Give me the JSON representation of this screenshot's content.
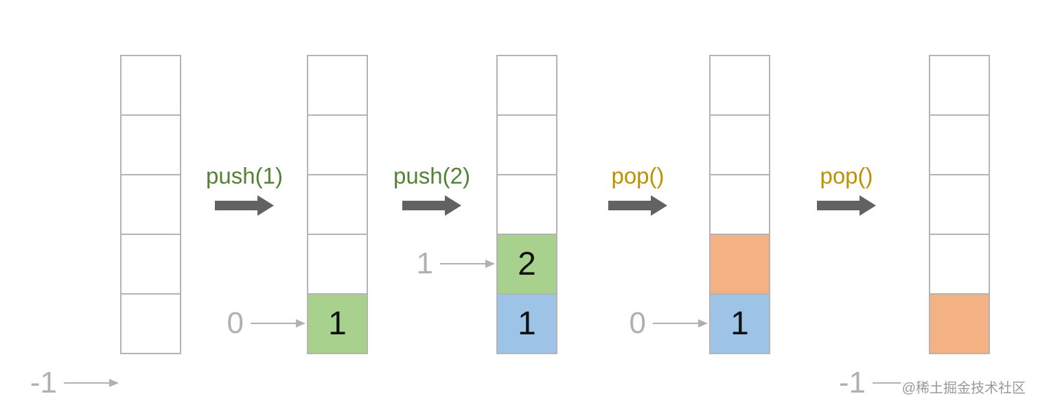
{
  "colors": {
    "cell_border": "#b3b3b3",
    "empty": "#ffffff",
    "green": "#a9d18e",
    "blue": "#9dc3e6",
    "orange": "#f4b183",
    "push_label": "#548235",
    "pop_label": "#bf9000",
    "arrow": "#626262",
    "pointer": "#b0b0b0"
  },
  "stacks": [
    {
      "cells": [
        {
          "value": "",
          "color": "empty"
        },
        {
          "value": "",
          "color": "empty"
        },
        {
          "value": "",
          "color": "empty"
        },
        {
          "value": "",
          "color": "empty"
        },
        {
          "value": "",
          "color": "empty"
        }
      ]
    },
    {
      "cells": [
        {
          "value": "1",
          "color": "green"
        },
        {
          "value": "",
          "color": "empty"
        },
        {
          "value": "",
          "color": "empty"
        },
        {
          "value": "",
          "color": "empty"
        },
        {
          "value": "",
          "color": "empty"
        }
      ]
    },
    {
      "cells": [
        {
          "value": "1",
          "color": "blue"
        },
        {
          "value": "2",
          "color": "green"
        },
        {
          "value": "",
          "color": "empty"
        },
        {
          "value": "",
          "color": "empty"
        },
        {
          "value": "",
          "color": "empty"
        }
      ]
    },
    {
      "cells": [
        {
          "value": "1",
          "color": "blue"
        },
        {
          "value": "",
          "color": "orange"
        },
        {
          "value": "",
          "color": "empty"
        },
        {
          "value": "",
          "color": "empty"
        },
        {
          "value": "",
          "color": "empty"
        }
      ]
    },
    {
      "cells": [
        {
          "value": "",
          "color": "orange"
        },
        {
          "value": "",
          "color": "empty"
        },
        {
          "value": "",
          "color": "empty"
        },
        {
          "value": "",
          "color": "empty"
        },
        {
          "value": "",
          "color": "empty"
        }
      ]
    }
  ],
  "operations": [
    {
      "label": "push(1)",
      "kind": "push"
    },
    {
      "label": "push(2)",
      "kind": "push"
    },
    {
      "label": "pop()",
      "kind": "pop"
    },
    {
      "label": "pop()",
      "kind": "pop"
    }
  ],
  "pointers": [
    {
      "label": "-1",
      "stack": 0,
      "slot": -1
    },
    {
      "label": "0",
      "stack": 1,
      "slot": 0
    },
    {
      "label": "1",
      "stack": 2,
      "slot": 1
    },
    {
      "label": "0",
      "stack": 3,
      "slot": 0
    },
    {
      "label": "-1",
      "stack": 4,
      "slot": -1
    }
  ],
  "watermark": "@稀土掘金技术社区"
}
